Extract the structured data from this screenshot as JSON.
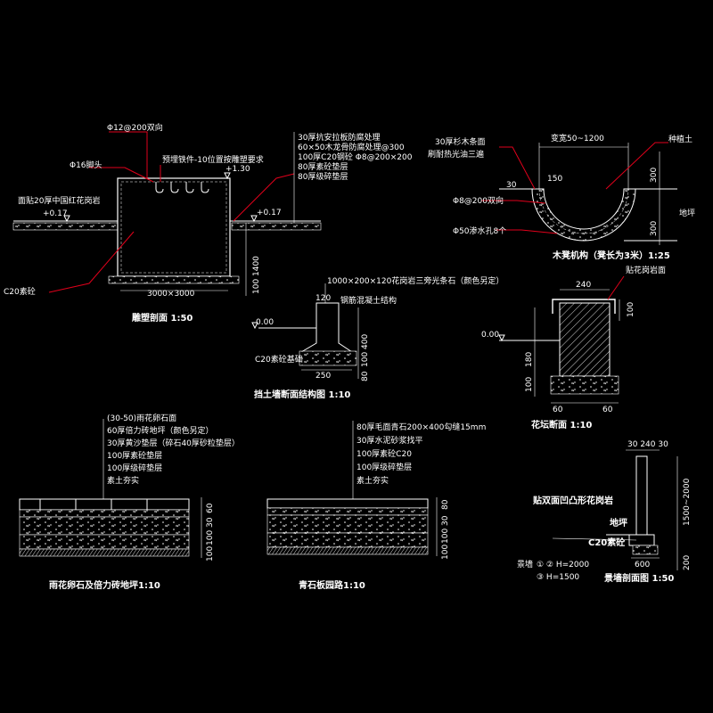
{
  "pool": {
    "rebar_label": "Φ12@200双向",
    "bolt_label": "Φ16脚头",
    "embed_label": "预埋铁件-10位置按雕塑要求",
    "elev_top": "+1.30",
    "facing_label": "面贴20厚中国红花岗岩",
    "elev_left": "+0.17",
    "elev_right": "+0.17",
    "concrete_label": "C20素砼",
    "size_label": "3000×3000",
    "dim_1400": "1400",
    "dim_100": "100",
    "title": "雕塑剖面  1:50",
    "deck_notes": [
      "30厚抗安拉板防腐处理",
      "60×50木龙骨防腐处理@300",
      "100厚C20钢砼  Φ8@200×200",
      "80厚素砼垫层",
      "80厚级碎垫层"
    ]
  },
  "bench": {
    "label1": "30厚杉木条面",
    "label2": "刷耐热光油三遍",
    "span_label": "变宽50~1200",
    "soil_label": "种植土",
    "dim_30": "30",
    "dim_150": "150",
    "rebar_label": "Φ8@200双向",
    "ground_label": "地坪",
    "drain_label": "Φ50渗水孔8个",
    "dim_300a": "300",
    "dim_300b": "300",
    "title": "木凳机构（凳长为3米）1:25"
  },
  "retaining": {
    "top_note": "1000×200×120花岗岩三旁光条石（颜色另定）",
    "mortar_note": "钢筋混凝土结构",
    "dim_120": "120",
    "elev": "0.00",
    "base_note": "C20素砼基础",
    "dim_250": "250",
    "dim_400": "400",
    "dim_100": "100",
    "dim_80": "80",
    "title": "挡土墙断面结构图  1:10"
  },
  "planter": {
    "top_note": "贴花岗岩面",
    "dim_240": "240",
    "dim_100": "100",
    "elev": "0.00",
    "dim_180": "180",
    "dim_100b": "100",
    "dim_60a": "60",
    "dim_60b": "60",
    "title": "花坛断面  1:10"
  },
  "paving1": {
    "notes": [
      "(30-50)雨花卵石面",
      "60厚倍力砖地坪（颜色另定）",
      "30厚黄沙垫层（碎石40厚砂粒垫层）",
      "100厚素砼垫层",
      "100厚级碎垫层",
      "素土夯实"
    ],
    "dims": [
      "60",
      "30",
      "100",
      "100"
    ],
    "title": "雨花卵石及倍力砖地坪1:10"
  },
  "paving2": {
    "notes": [
      "80厚毛面青石200×400勾缝15mm",
      "30厚水泥砂浆找平",
      "100厚素砼C20",
      "100厚级碎垫层",
      "素土夯实"
    ],
    "dims": [
      "80",
      "30",
      "100",
      "100"
    ],
    "title": "青石板园路1:10"
  },
  "wall": {
    "dims_top": "30 240 30",
    "dim_height": "1500~2000",
    "main_label": "贴双面凹凸形花岗岩",
    "ground_label": "地坪",
    "concrete_label": "C20素砼",
    "dim_600": "600",
    "dim_200": "200",
    "title": "景墙剖面图  1:50",
    "legend_label": "景墙",
    "legend_1": "① ② H=2000",
    "legend_2": "③   H=1500"
  }
}
